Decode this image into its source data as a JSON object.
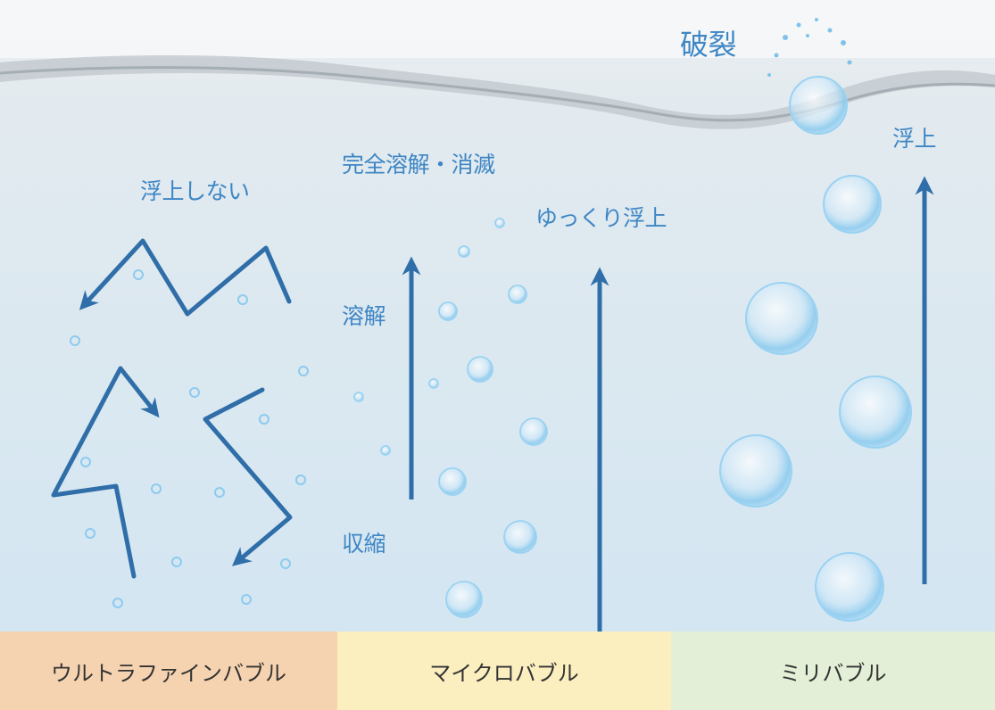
{
  "colors": {
    "arrow": "#2f6ea8",
    "label": "#3e86c4",
    "water_top": "#dfe4e7",
    "water_bottom": "#d3e6f2",
    "band_ultrafine": "#f6d3b0",
    "band_micro": "#fbefc0",
    "band_milli": "#e3efd6",
    "band_text": "#333333"
  },
  "labels": {
    "burst": "破裂",
    "rise_right": "浮上",
    "dissolve_vanish": "完全溶解・消滅",
    "no_float": "浮上しない",
    "slow_rise": "ゆっくり浮上",
    "dissolve": "溶解",
    "shrink": "収縮"
  },
  "categories": {
    "ultrafine": "ウルトラファインバブル",
    "micro": "マイクロバブル",
    "milli": "ミリバブル"
  }
}
